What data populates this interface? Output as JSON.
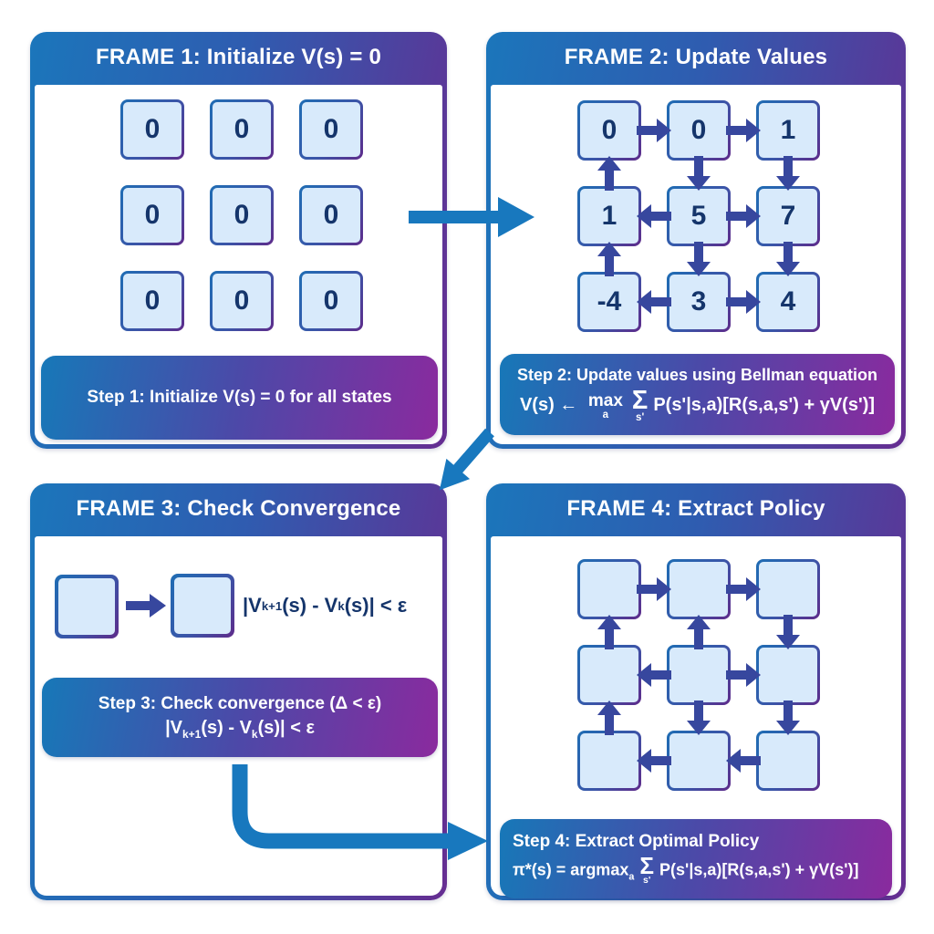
{
  "colors": {
    "accent_blue": "#1878be",
    "accent_purple": "#662d91",
    "caption_magenta": "#8a2a9e",
    "arrow_indigo": "#37479e",
    "cell_fill": "#d8eafb",
    "cell_text": "#15356b"
  },
  "frames": [
    {
      "title": "FRAME 1: Initialize V(s) = 0",
      "grid": {
        "cells": [
          [
            "0",
            "0",
            "0"
          ],
          [
            "0",
            "0",
            "0"
          ],
          [
            "0",
            "0",
            "0"
          ]
        ],
        "arrows": []
      },
      "caption": {
        "line1": "Step 1: Initialize V(s) = 0 for all states"
      }
    },
    {
      "title": "FRAME 2: Update Values",
      "grid": {
        "cells": [
          [
            "0",
            "0",
            "1"
          ],
          [
            "1",
            "5",
            "7"
          ],
          [
            "-4",
            "3",
            "4"
          ]
        ],
        "arrows": [
          {
            "t": "h",
            "r": 0,
            "g": 0,
            "d": "right"
          },
          {
            "t": "h",
            "r": 0,
            "g": 1,
            "d": "right"
          },
          {
            "t": "h",
            "r": 1,
            "g": 0,
            "d": "left"
          },
          {
            "t": "h",
            "r": 1,
            "g": 1,
            "d": "right"
          },
          {
            "t": "h",
            "r": 2,
            "g": 0,
            "d": "left"
          },
          {
            "t": "h",
            "r": 2,
            "g": 1,
            "d": "right"
          },
          {
            "t": "v",
            "c": 0,
            "g": 0,
            "d": "up"
          },
          {
            "t": "v",
            "c": 1,
            "g": 0,
            "d": "down"
          },
          {
            "t": "v",
            "c": 2,
            "g": 0,
            "d": "down"
          },
          {
            "t": "v",
            "c": 0,
            "g": 1,
            "d": "up"
          },
          {
            "t": "v",
            "c": 1,
            "g": 1,
            "d": "down"
          },
          {
            "t": "v",
            "c": 2,
            "g": 1,
            "d": "down"
          }
        ]
      },
      "caption": {
        "line1": "Step 2: Update values using Bellman equation",
        "formula_html": "V(s) ← <span class='ms'><span class='mt'>max</span><span class='mu'>a</span></span><span class='ss'><span class='sg'>Σ</span><span class='su'>s'</span></span>P(s'|s,a)[R(s,a,s') + γV(s')]"
      }
    },
    {
      "title": "FRAME 3: Check Convergence",
      "side_formula_html": "|V<sub>k+1</sub>(s) - V<sub>k</sub>(s)| &lt; ε",
      "caption": {
        "line1": "Step 3: Check convergence (Δ < ε)",
        "formula_html": "|V<sub>k+1</sub>(s) - V<sub>k</sub>(s)| &lt; ε"
      }
    },
    {
      "title": "FRAME 4: Extract Policy",
      "grid": {
        "cells": [
          [
            "",
            "",
            ""
          ],
          [
            "",
            "",
            ""
          ],
          [
            "",
            "",
            ""
          ]
        ],
        "arrows": [
          {
            "t": "h",
            "r": 0,
            "g": 0,
            "d": "right"
          },
          {
            "t": "h",
            "r": 0,
            "g": 1,
            "d": "right"
          },
          {
            "t": "h",
            "r": 1,
            "g": 0,
            "d": "left"
          },
          {
            "t": "h",
            "r": 1,
            "g": 1,
            "d": "right"
          },
          {
            "t": "h",
            "r": 2,
            "g": 0,
            "d": "left"
          },
          {
            "t": "h",
            "r": 2,
            "g": 1,
            "d": "left"
          },
          {
            "t": "v",
            "c": 0,
            "g": 0,
            "d": "up"
          },
          {
            "t": "v",
            "c": 1,
            "g": 0,
            "d": "up"
          },
          {
            "t": "v",
            "c": 2,
            "g": 0,
            "d": "down"
          },
          {
            "t": "v",
            "c": 0,
            "g": 1,
            "d": "up"
          },
          {
            "t": "v",
            "c": 1,
            "g": 1,
            "d": "down"
          },
          {
            "t": "v",
            "c": 2,
            "g": 1,
            "d": "down"
          }
        ]
      },
      "caption": {
        "line1": "Step 4: Extract Optimal Policy",
        "formula_html": "π*(s) = argmax<sub>a</sub><span class='ss'><span class='sg'>Σ</span><span class='su'>s'</span></span>P(s'|s,a)[R(s,a,s') + γV(s')]"
      }
    }
  ]
}
